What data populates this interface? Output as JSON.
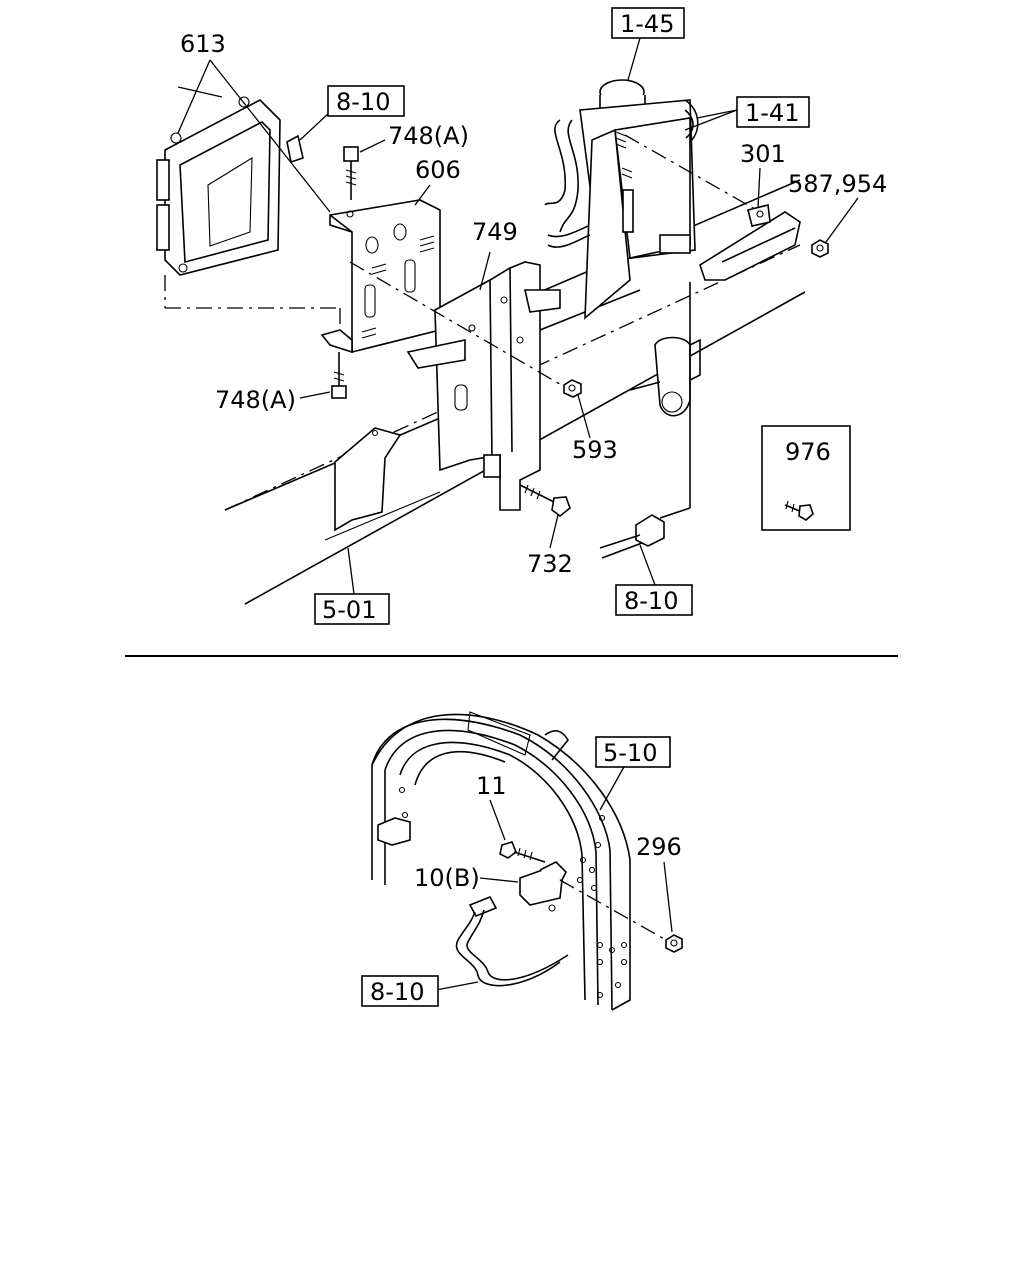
{
  "upper_assembly": {
    "labels": {
      "p613": "613",
      "ref_8_10_top": "8-10",
      "p748a_top": "748(A)",
      "p606": "606",
      "ref_1_45": "1-45",
      "ref_1_41": "1-41",
      "p301": "301",
      "p587_954": "587,954",
      "p749": "749",
      "p748a_bottom": "748(A)",
      "p593": "593",
      "p976": "976",
      "p732": "732",
      "ref_5_01": "5-01",
      "ref_8_10_bottom": "8-10"
    }
  },
  "lower_assembly": {
    "labels": {
      "ref_5_10": "5-10",
      "p11": "11",
      "p296": "296",
      "p10b": "10(B)",
      "ref_8_10": "8-10"
    }
  }
}
